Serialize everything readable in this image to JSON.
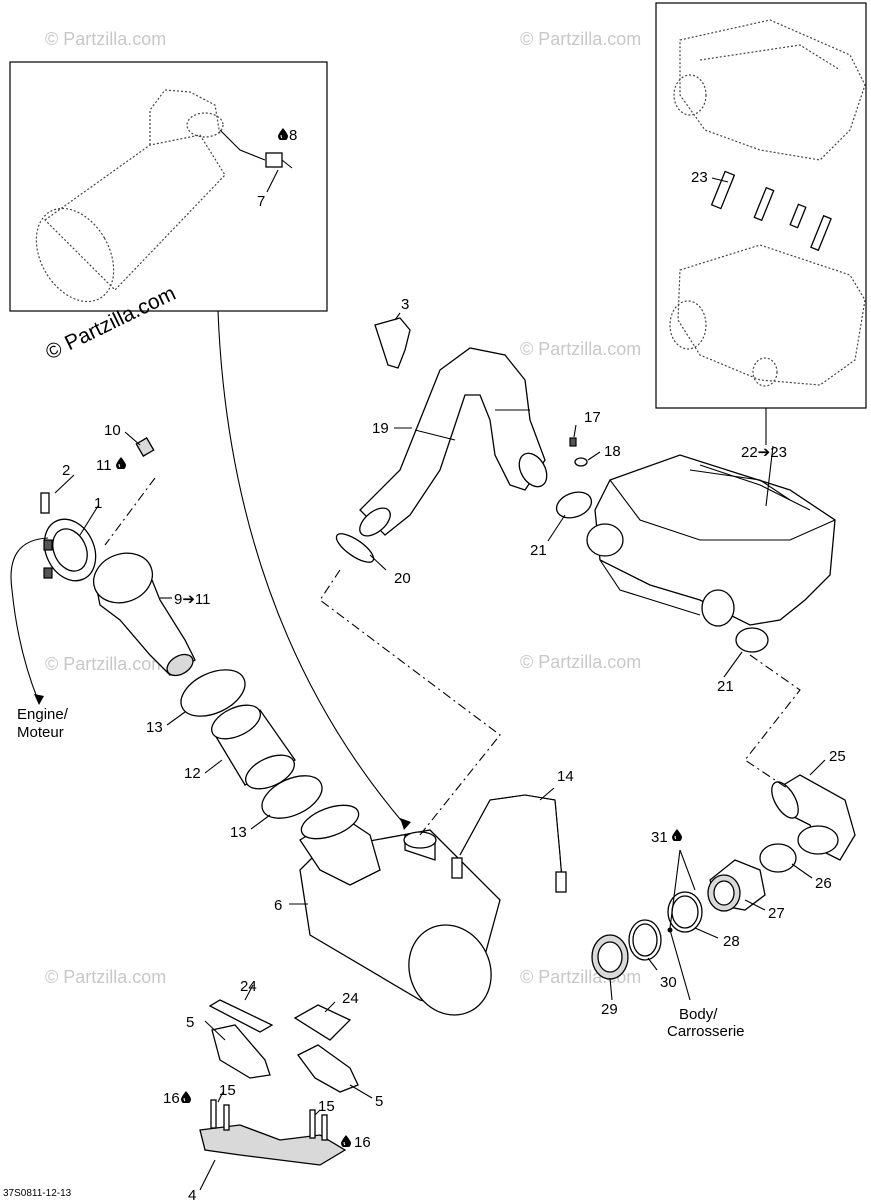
{
  "watermarks": {
    "text": "© Partzilla.com",
    "main_text": "© Partzilla.com"
  },
  "labels": {
    "l1": "1",
    "l2": "2",
    "l3": "3",
    "l4": "4",
    "l5a": "5",
    "l5b": "5",
    "l6": "6",
    "l7": "7",
    "l8": "8",
    "l9": "9➔11",
    "l10": "10",
    "l11": "11",
    "l12": "12",
    "l13a": "13",
    "l13b": "13",
    "l14": "14",
    "l15a": "15",
    "l15b": "15",
    "l16a": "16",
    "l16b": "16",
    "l17": "17",
    "l18": "18",
    "l19": "19",
    "l20": "20",
    "l21a": "21",
    "l21b": "21",
    "l22": "22➔23",
    "l23": "23",
    "l24a": "24",
    "l24b": "24",
    "l25": "25",
    "l26": "26",
    "l27": "27",
    "l28": "28",
    "l29": "29",
    "l30": "30",
    "l31": "31"
  },
  "notes": {
    "engine_line1": "Engine/",
    "engine_line2": "Moteur",
    "body_line1": "Body/",
    "body_line2": "Carrosserie"
  },
  "diagram_code": "37S0811-12-13",
  "icons": {
    "adhesive": "adhesive-drop-icon"
  }
}
